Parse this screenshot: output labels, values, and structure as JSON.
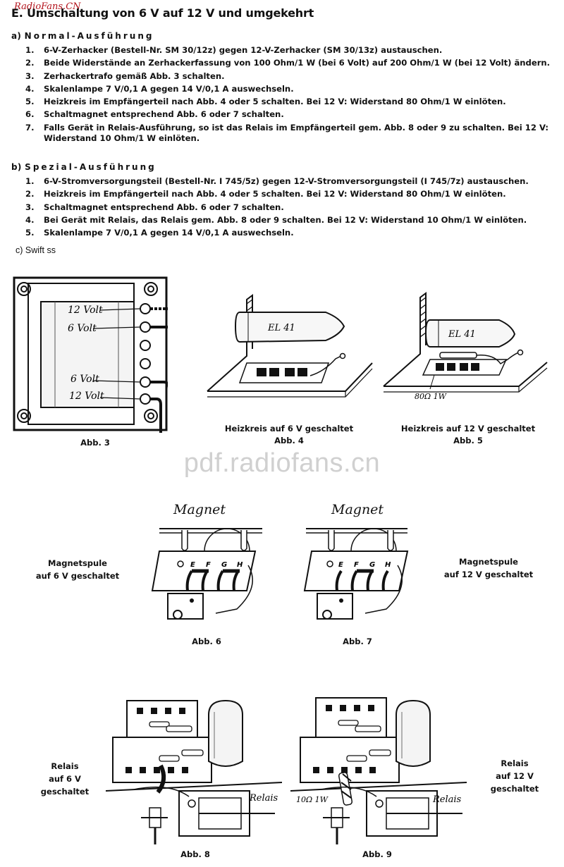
{
  "logo": "RadioFans.CN",
  "title": "E. Umschaltung von 6 V auf 12 V und umgekehrt",
  "section_a": {
    "prefix": "a)",
    "label": "Normal-Ausführung",
    "items": [
      {
        "num": "1.",
        "text": "6-V-Zerhacker (Bestell-Nr. SM 30/12z) gegen 12-V-Zerhacker (SM 30/13z) austauschen."
      },
      {
        "num": "2.",
        "text": "Beide Widerstände an Zerhackerfassung von 100 Ohm/1 W (bei 6 Volt) auf 200 Ohm/1 W (bei 12 Volt) ändern."
      },
      {
        "num": "3.",
        "text": "Zerhackertrafo gemäß Abb. 3 schalten."
      },
      {
        "num": "4.",
        "text": "Skalenlampe 7 V/0,1 A gegen 14 V/0,1 A auswechseln."
      },
      {
        "num": "5.",
        "text": "Heizkreis im Empfängerteil nach Abb. 4 oder 5 schalten. Bei 12 V: Widerstand 80 Ohm/1 W einlöten."
      },
      {
        "num": "6.",
        "text": "Schaltmagnet entsprechend Abb. 6 oder 7 schalten."
      },
      {
        "num": "7.",
        "text": "Falls Gerät in Relais-Ausführung, so ist das Relais im Empfängerteil gem. Abb. 8 oder 9 zu schalten. Bei 12 V: Widerstand 10 Ohm/1 W einlöten."
      }
    ]
  },
  "section_b": {
    "prefix": "b)",
    "label": "Spezial-Ausführung",
    "items": [
      {
        "num": "1.",
        "text": "6-V-Stromversorgungsteil (Bestell-Nr. I 745/5z) gegen 12-V-Stromversorgungsteil (I 745/7z) austauschen."
      },
      {
        "num": "2.",
        "text": "Heizkreis im Empfängerteil nach Abb. 4 oder 5 schalten. Bei 12 V: Widerstand 80 Ohm/1 W einlöten."
      },
      {
        "num": "3.",
        "text": "Schaltmagnet entsprechend Abb. 6 oder 7 schalten."
      },
      {
        "num": "4.",
        "text": "Bei Gerät mit Relais, das Relais gem. Abb. 8 oder 9 schalten. Bei 12 V: Widerstand 10 Ohm/1 W einlöten."
      },
      {
        "num": "5.",
        "text": "Skalenlampe 7 V/0,1 A gegen 14 V/0,1 A auswechseln."
      }
    ]
  },
  "section_c": "c) Swift ss",
  "figures": {
    "abb3": {
      "caption": "Abb. 3",
      "labels": [
        "12 Volt",
        "6 Volt",
        "6 Volt",
        "12 Volt"
      ]
    },
    "abb4": {
      "caption_line1": "Heizkreis auf 6 V geschaltet",
      "caption_line2": "Abb. 4",
      "tube": "EL 41"
    },
    "abb5": {
      "caption_line1": "Heizkreis auf 12 V geschaltet",
      "caption_line2": "Abb. 5",
      "tube": "EL 41",
      "resistor": "80Ω 1W"
    },
    "abb6": {
      "caption": "Abb. 6",
      "heading": "Magnet",
      "terminals": [
        "E",
        "F",
        "G",
        "H"
      ]
    },
    "abb7": {
      "caption": "Abb. 7",
      "heading": "Magnet",
      "terminals": [
        "E",
        "F",
        "G",
        "H"
      ]
    },
    "abb8": {
      "caption": "Abb. 8",
      "label": "Relais"
    },
    "abb9": {
      "caption": "Abb. 9",
      "label": "Relais",
      "resistor": "10Ω 1W"
    }
  },
  "side_labels": {
    "magnet6": [
      "Magnetspule",
      "auf 6 V geschaltet"
    ],
    "magnet12": [
      "Magnetspule",
      "auf 12 V geschaltet"
    ],
    "relais6": [
      "Relais",
      "auf 6 V",
      "geschaltet"
    ],
    "relais12": [
      "Relais",
      "auf 12 V",
      "geschaltet"
    ]
  },
  "watermark": "pdf.radiofans.cn"
}
